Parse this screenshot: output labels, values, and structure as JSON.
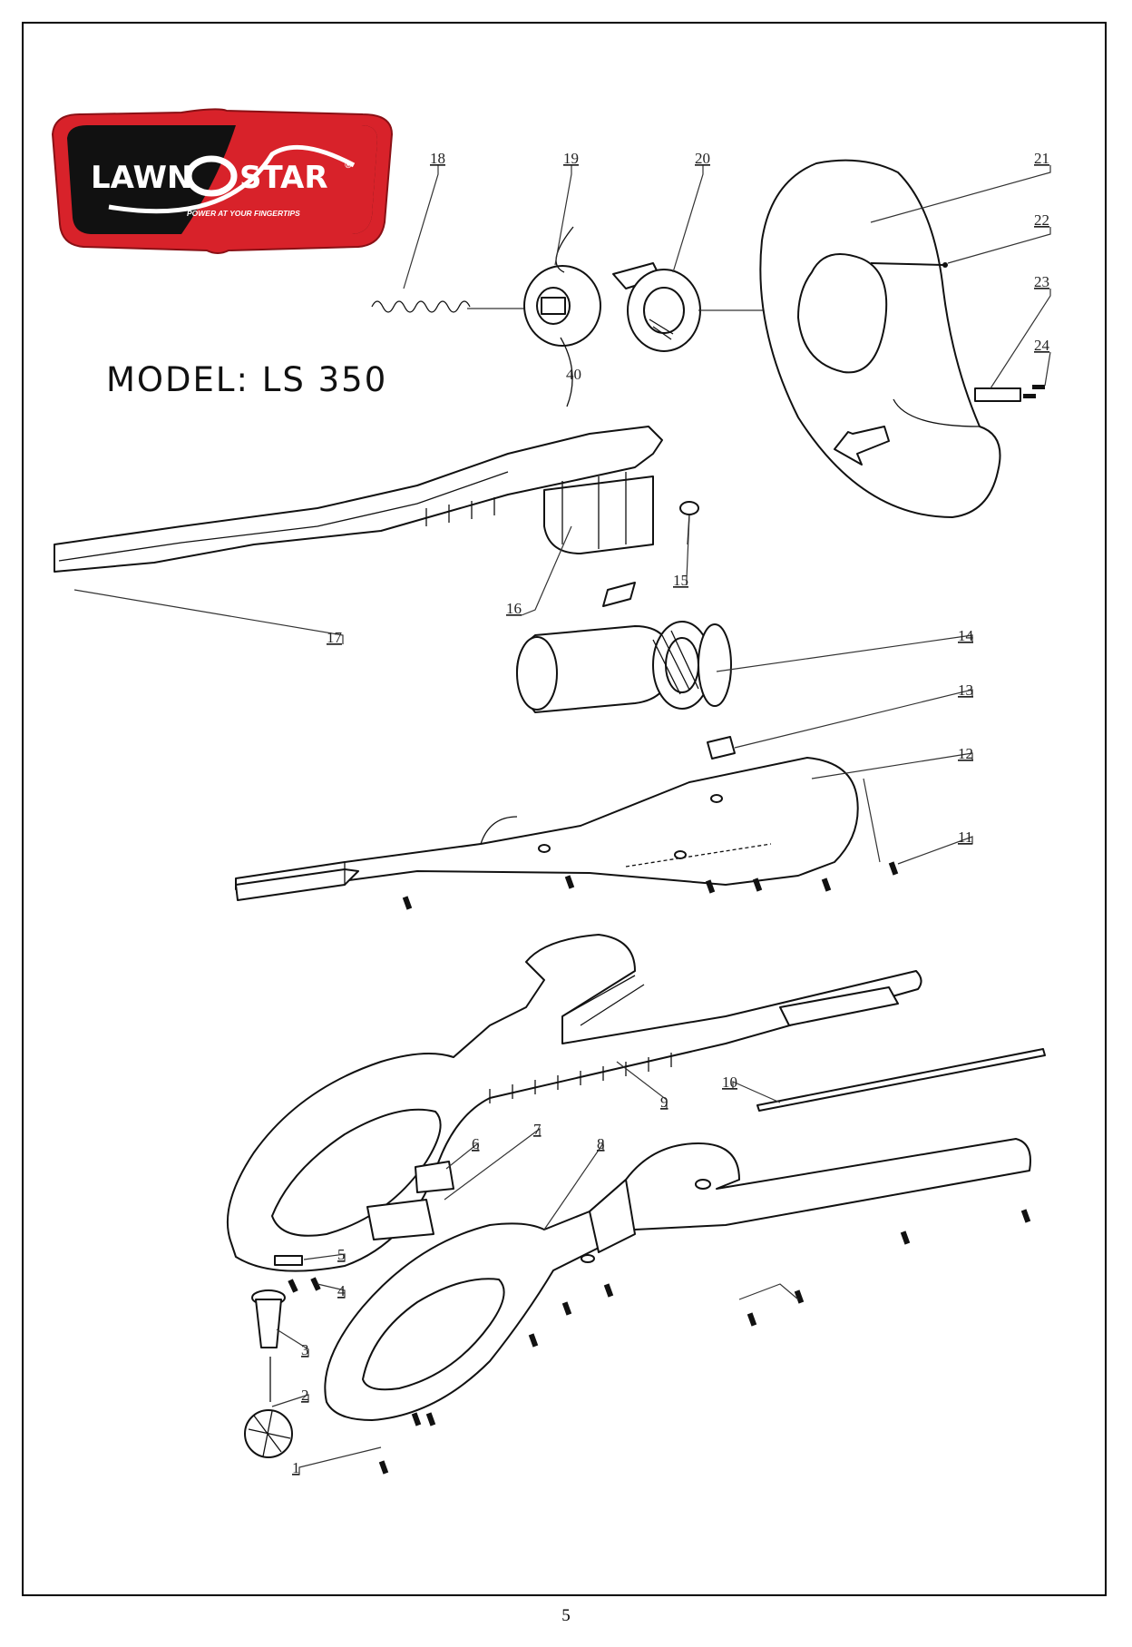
{
  "logo": {
    "brand_left": "LAWN",
    "brand_right": "STAR",
    "trademark": "®",
    "tagline": "POWER AT YOUR FINGERTIPS",
    "colors": {
      "red": "#d8222a",
      "black": "#111111",
      "white": "#ffffff"
    }
  },
  "model_label": "MODEL: LS 350",
  "callouts": [
    {
      "id": "18",
      "label": "18"
    },
    {
      "id": "19",
      "label": "19"
    },
    {
      "id": "20",
      "label": "20"
    },
    {
      "id": "21",
      "label": "21"
    },
    {
      "id": "22",
      "label": "22"
    },
    {
      "id": "23",
      "label": "23"
    },
    {
      "id": "24",
      "label": "24"
    },
    {
      "id": "40",
      "label": "40"
    },
    {
      "id": "15",
      "label": "15"
    },
    {
      "id": "16",
      "label": "16"
    },
    {
      "id": "17",
      "label": "17"
    },
    {
      "id": "14",
      "label": "14"
    },
    {
      "id": "13",
      "label": "13"
    },
    {
      "id": "12",
      "label": "12"
    },
    {
      "id": "11",
      "label": "11"
    },
    {
      "id": "10",
      "label": "10"
    },
    {
      "id": "9",
      "label": "9"
    },
    {
      "id": "8",
      "label": "8"
    },
    {
      "id": "7",
      "label": "7"
    },
    {
      "id": "6",
      "label": "6"
    },
    {
      "id": "5",
      "label": "5"
    },
    {
      "id": "4",
      "label": "4"
    },
    {
      "id": "3",
      "label": "3"
    },
    {
      "id": "2",
      "label": "2"
    },
    {
      "id": "1",
      "label": "1"
    }
  ],
  "page_number": "5"
}
